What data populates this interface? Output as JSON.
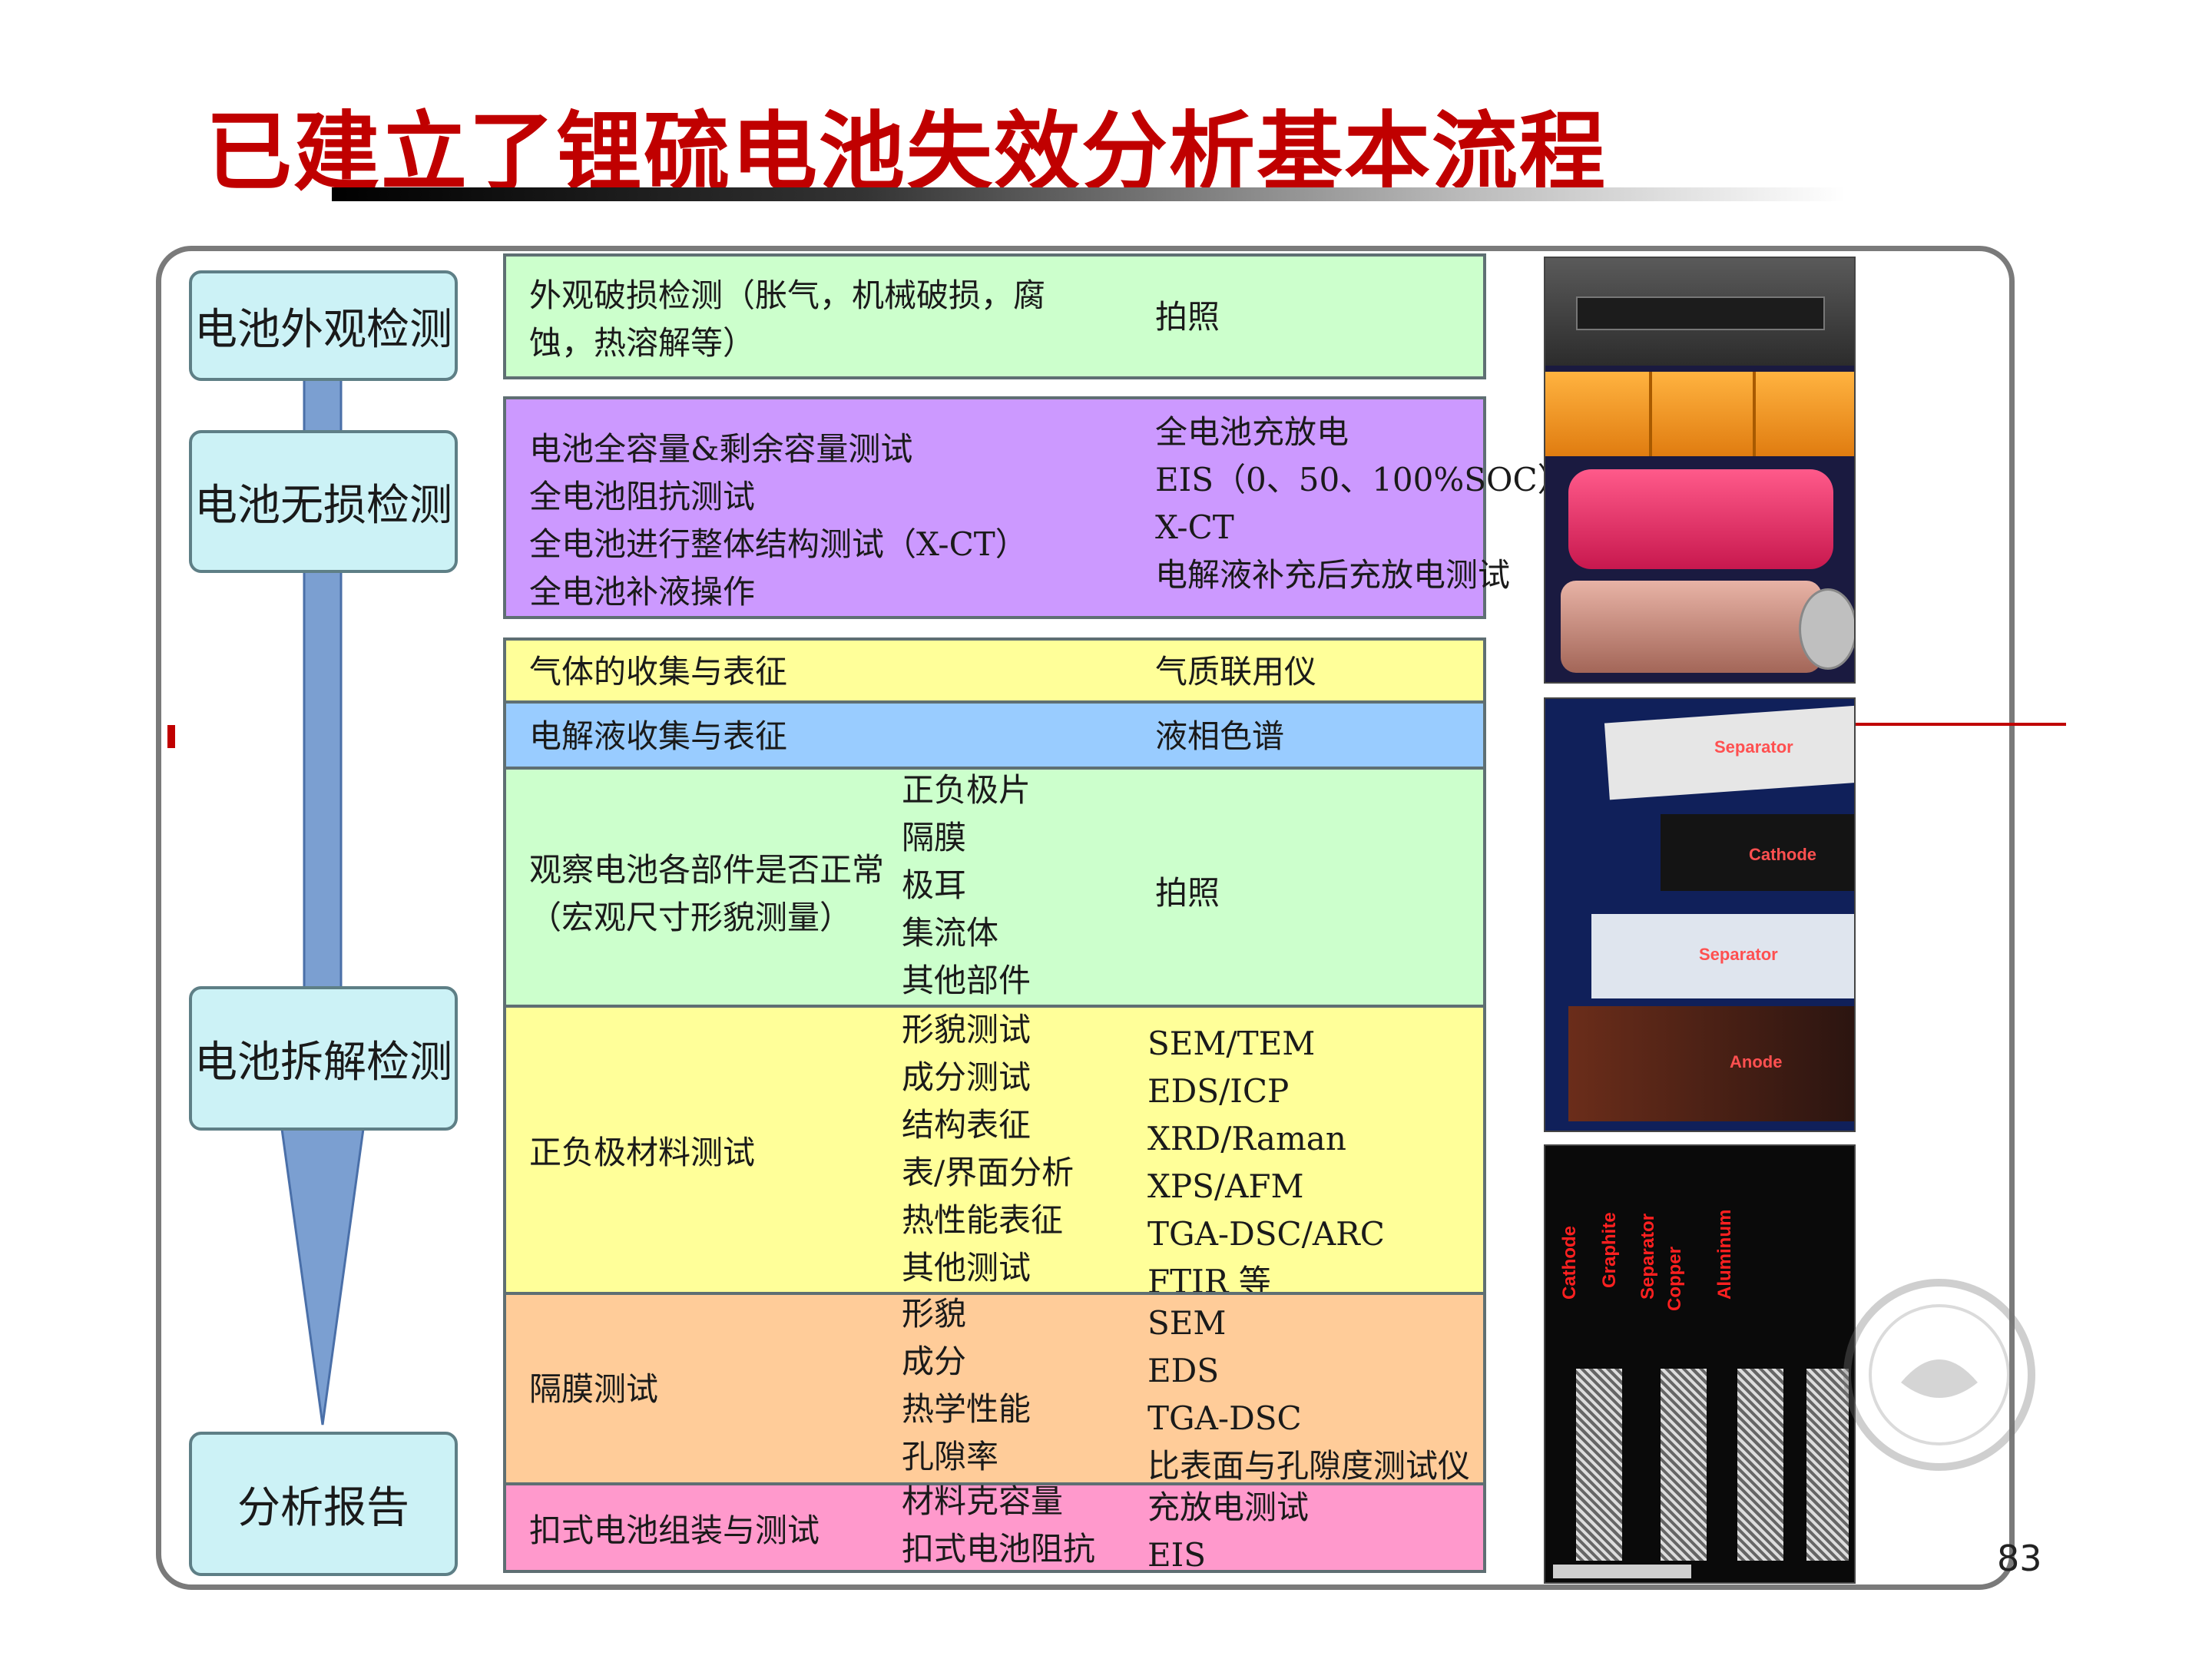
{
  "title": "已建立了锂硫电池失效分析基本流程",
  "page_number": "83",
  "colors": {
    "title": "#c00000",
    "step_fill": "#ccf2f6",
    "arrow": "#7b9fd1",
    "green": "#ccffcc",
    "purple": "#cc99ff",
    "yellow": "#ffff99",
    "blue": "#99ccff",
    "orange": "#ffcc99",
    "pink": "#ff99cc"
  },
  "steps": [
    {
      "label": "电池外观检测"
    },
    {
      "label": "电池无损检测"
    },
    {
      "label": "电池拆解检测"
    },
    {
      "label": "分析报告"
    }
  ],
  "rows": {
    "appearance": {
      "desc": [
        "外观破损检测（胀气，机械破损，腐",
        "蚀，热溶解等）"
      ],
      "methods": [
        "拍照"
      ]
    },
    "nondestructive": {
      "desc": [
        "电池全容量&剩余容量测试",
        "全电池阻抗测试",
        "全电池进行整体结构测试（X-CT）",
        "全电池补液操作"
      ],
      "methods": [
        "全电池充放电",
        "EIS（0、50、100%SOC）",
        "X-CT",
        "电解液补充后充放电测试"
      ]
    },
    "gas": {
      "desc": "气体的收集与表征",
      "method": "气质联用仪"
    },
    "electrolyte": {
      "desc": "电解液收集与表征",
      "method": "液相色谱"
    },
    "components": {
      "desc": [
        "观察电池各部件是否正常",
        "（宏观尺寸形貌测量）"
      ],
      "items": [
        "正负极片",
        "隔膜",
        "极耳",
        "集流体",
        "其他部件"
      ],
      "method": "拍照"
    },
    "electrode": {
      "desc": "正负极材料测试",
      "items": [
        "形貌测试",
        "成分测试",
        "结构表征",
        "表/界面分析",
        "热性能表征",
        "其他测试"
      ],
      "methods": [
        "SEM/TEM",
        "EDS/ICP",
        "XRD/Raman",
        "XPS/AFM",
        "TGA-DSC/ARC",
        "FTIR 等"
      ]
    },
    "separator": {
      "desc": "隔膜测试",
      "items": [
        "形貌",
        "成分",
        "热学性能",
        "孔隙率"
      ],
      "methods": [
        "SEM",
        "EDS",
        "TGA-DSC",
        "比表面与孔隙度测试仪"
      ]
    },
    "coin": {
      "desc": "扣式电池组装与测试",
      "items": [
        "材料克容量",
        "扣式电池阻抗"
      ],
      "methods": [
        "充放电测试",
        "EIS"
      ]
    }
  },
  "photo_labels": {
    "teardown": [
      "Separator",
      "Cathode",
      "Separator",
      "Anode"
    ],
    "cross_section": [
      "Cathode",
      "Graphite",
      "Separator",
      "Copper",
      "Aluminum"
    ]
  }
}
